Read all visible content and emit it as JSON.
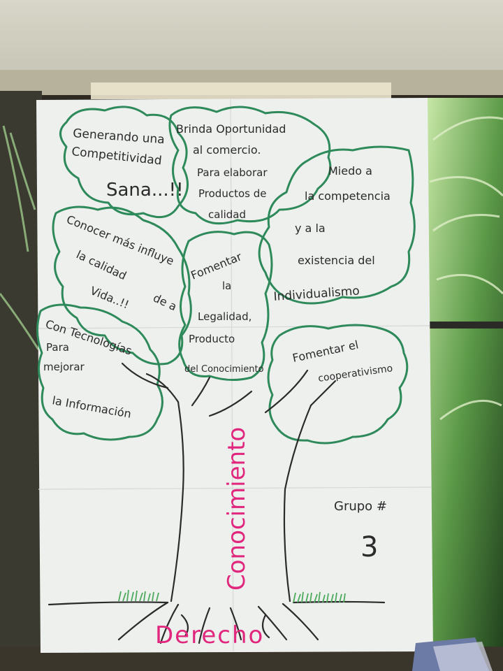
{
  "poster": {
    "clouds": [
      {
        "lines": [
          "Generando una",
          "Competitividad",
          "Sana...!!"
        ]
      },
      {
        "lines": [
          "Brinda Oportunidad",
          "al comercio.",
          "Para elaborar",
          "Productos de",
          "calidad"
        ]
      },
      {
        "lines": [
          "Miedo a",
          "la competencia",
          "y a la",
          "existencia del",
          "Individualismo"
        ]
      },
      {
        "lines": [
          "Conocer más influye",
          "la calidad",
          "de a",
          "Vida..!!"
        ]
      },
      {
        "lines": [
          "Fomentar",
          "la",
          "Legalidad,",
          "Producto",
          "del Conocimiento"
        ]
      },
      {
        "lines": [
          "Con Tecnologías",
          "Para",
          "mejorar",
          "la Información"
        ]
      },
      {
        "lines": [
          "Fomentar el",
          "cooperativismo"
        ]
      }
    ],
    "trunk_label": "Conocimiento",
    "root_label": "Derecho",
    "group_label": "Grupo #",
    "group_number": "3"
  },
  "colors": {
    "paper": "#eef0ee",
    "ink": "#2b2b2b",
    "cloud_outline": "#2e8a5a",
    "pink_marker": "#e0267d",
    "grass": "#4caa5c"
  }
}
